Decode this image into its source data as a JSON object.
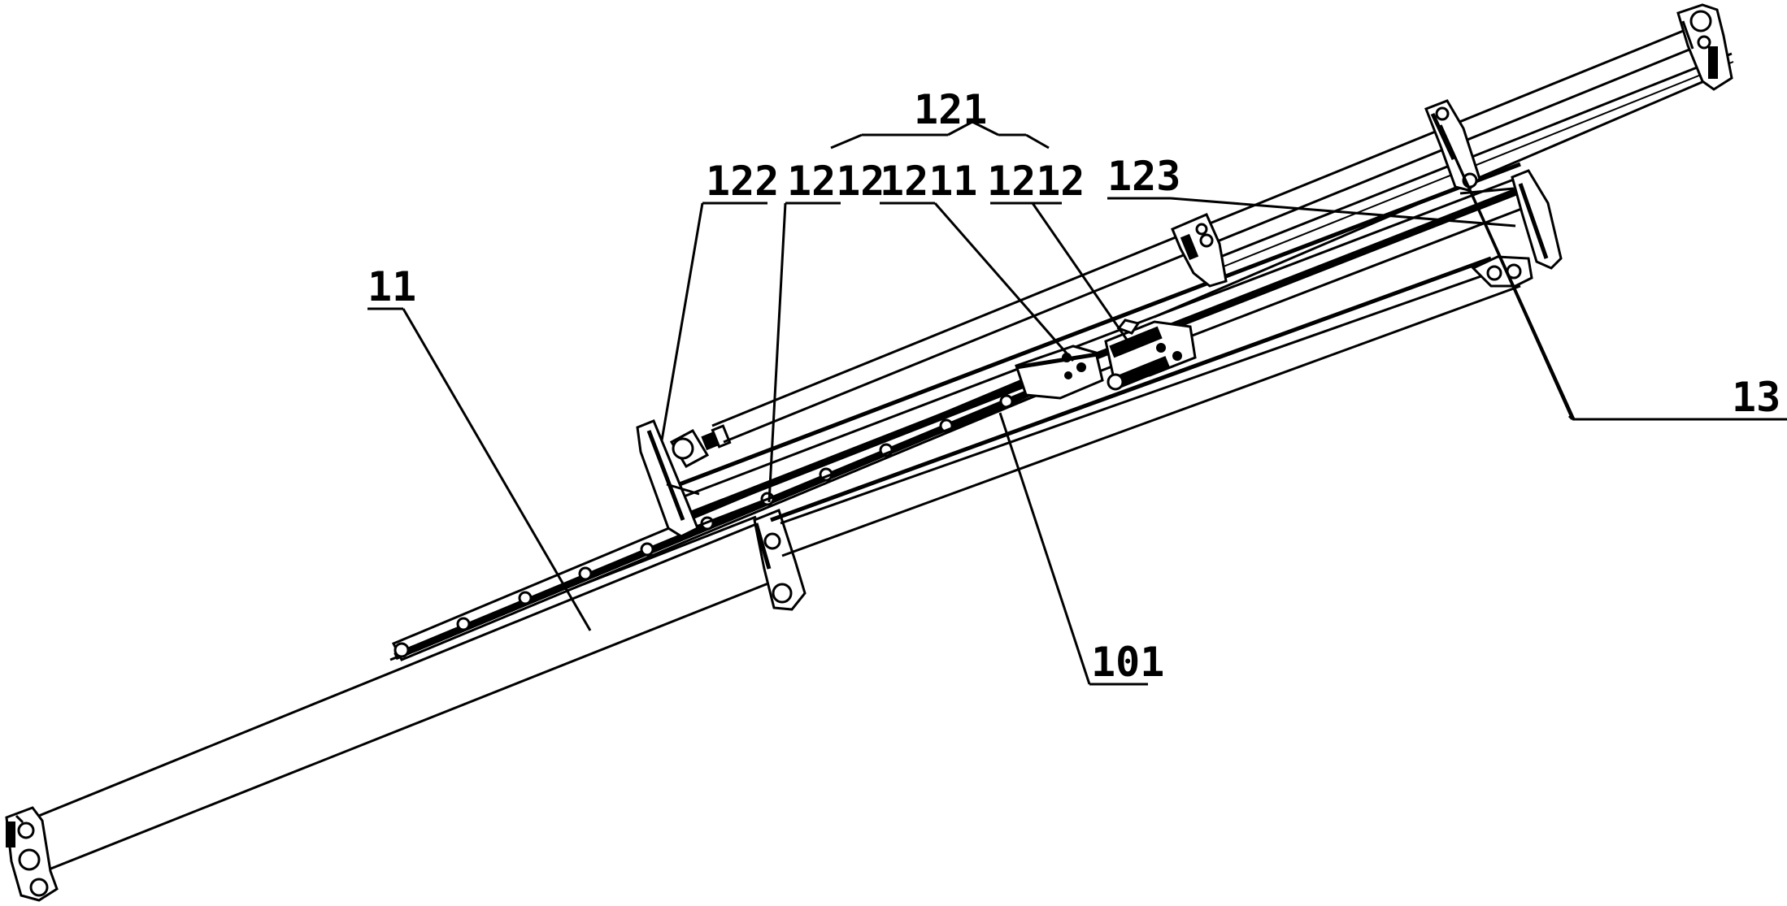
{
  "diagram": {
    "labels": {
      "l121": "121",
      "l122": "122",
      "l1212_left": "1212",
      "l1211": "1211",
      "l1212_right": "1212",
      "l123": "123",
      "l11": "11",
      "l13": "13",
      "l101": "101"
    },
    "colors": {
      "line": "#000000",
      "background": "#ffffff"
    }
  }
}
